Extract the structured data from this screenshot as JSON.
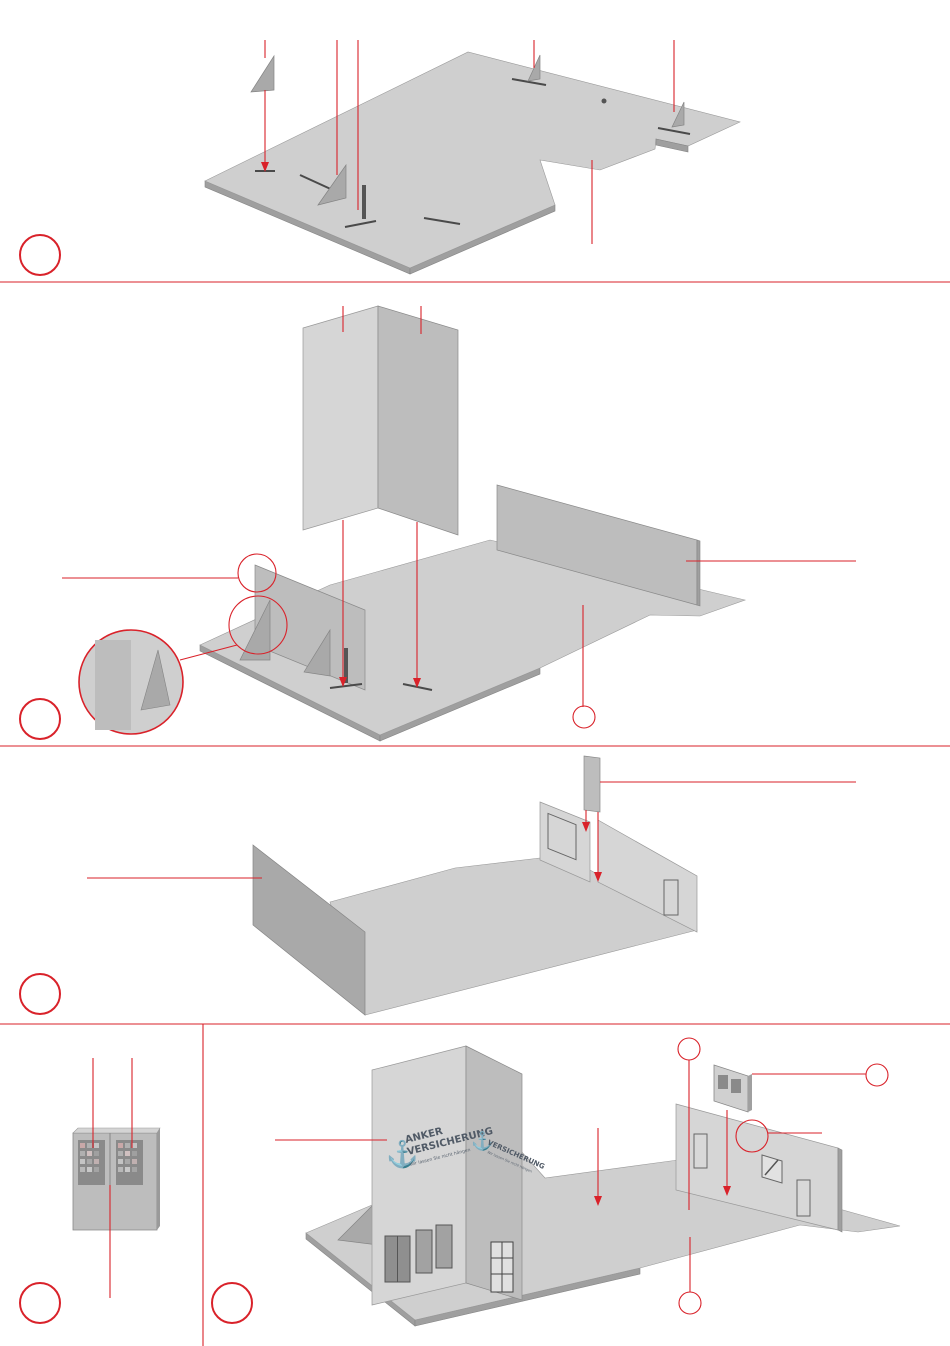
{
  "steps": [
    {
      "id": "step-1",
      "number": ""
    },
    {
      "id": "step-2",
      "number": ""
    },
    {
      "id": "step-3",
      "number": ""
    },
    {
      "id": "step-4a",
      "number": ""
    },
    {
      "id": "step-4b",
      "number": ""
    }
  ],
  "sign": {
    "brand_line1": "ANKER",
    "brand_line2": "VERSICHERUNG",
    "tagline": "Wir lassen Sie nicht hängen",
    "brand_line2_side": "VERSICHERUNG",
    "tagline_side": "Wir lassen Sie nicht hängen"
  },
  "colors": {
    "accent": "#d9222a",
    "cardboard": "#c9c9c9"
  }
}
